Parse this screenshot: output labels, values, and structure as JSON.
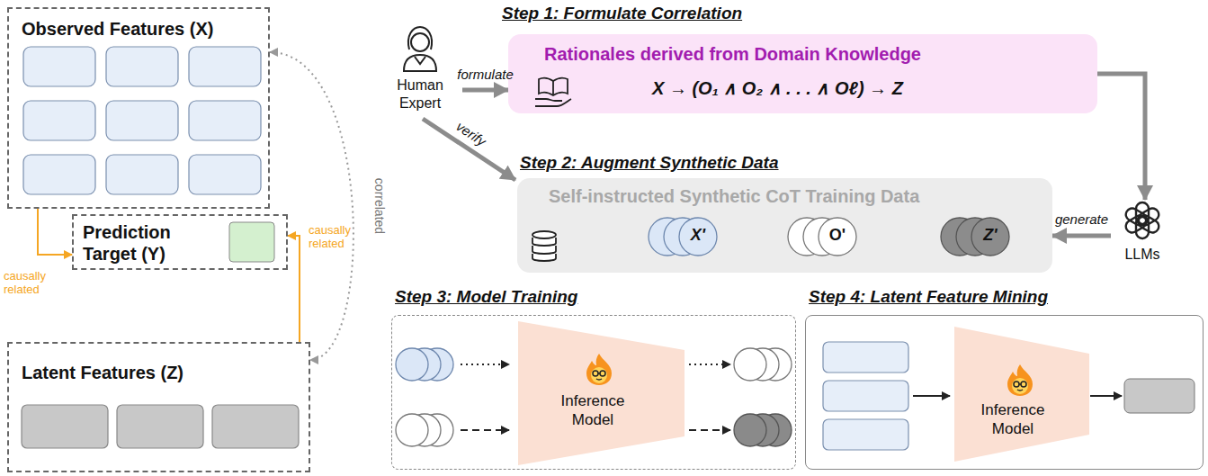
{
  "diagram": {
    "nodes": [
      {
        "text": [
          "Observed Features (X)"
        ]
      },
      {
        "text": [
          "Prediction Target (Y)"
        ]
      },
      {
        "text": [
          "Latent Features (Z)"
        ]
      },
      {
        "text": [
          "Human Expert"
        ]
      },
      {
        "text": [
          "Step 1: Formulate Correlation",
          "Rationales derived from Domain Knowledge",
          "X → (O₁ ∧ O₂ ∧ . . . ∧ Oℓ) → Z"
        ]
      },
      {
        "text": [
          "Step 2: Augment Synthetic Data",
          "Self-instructed Synthetic CoT Training Data"
        ]
      },
      {
        "text": [
          "X'"
        ],
        "in": 5
      },
      {
        "text": [
          "O'"
        ],
        "in": 5
      },
      {
        "text": [
          "Z'"
        ],
        "in": 5
      },
      {
        "text": [
          "LLMs"
        ]
      },
      {
        "text": [
          "Step 3: Model Training"
        ]
      },
      {
        "text": [
          "Inference Model"
        ],
        "in": 10
      },
      {
        "text": [
          "Step 4: Latent Feature Mining"
        ]
      },
      {
        "text": [
          "Inference Model"
        ],
        "in": 12
      }
    ],
    "edges": [
      {
        "from": 0,
        "to": 1,
        "arrow": "to",
        "label": "causally related"
      },
      {
        "from": 2,
        "to": 1,
        "arrow": "to",
        "label": "causally related"
      },
      {
        "from": 0,
        "to": 2,
        "arrow": "both",
        "label": "correlated"
      },
      {
        "from": 3,
        "to": 4,
        "arrow": "to",
        "label": "formulate"
      },
      {
        "from": 3,
        "to": 5,
        "arrow": "to",
        "label": "verify"
      },
      {
        "from": 4,
        "to": 9,
        "arrow": "to"
      },
      {
        "from": 9,
        "to": 5,
        "arrow": "to",
        "label": "generate"
      }
    ]
  }
}
